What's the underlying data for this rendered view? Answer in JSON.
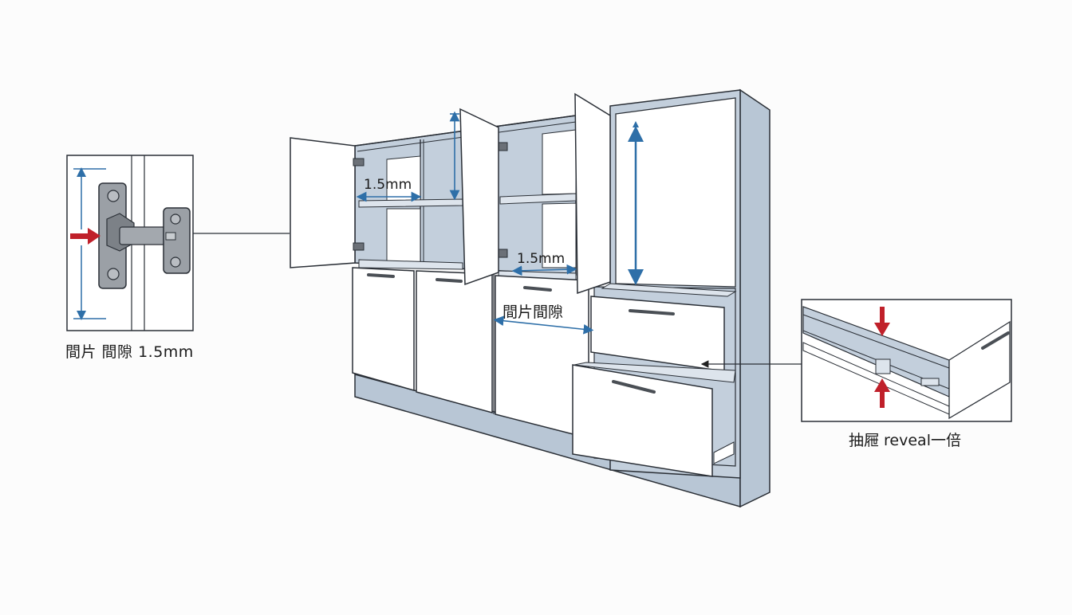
{
  "diagram": {
    "type": "cabinet-installation-illustration",
    "colors": {
      "background": "#fcfcfc",
      "panel_fill": "#ffffff",
      "interior_fill": "#c3cfdc",
      "side_fill": "#b8c6d5",
      "outline": "#2a2f36",
      "dimension_blue": "#2e6fa8",
      "arrow_red": "#c0202a",
      "hardware_gray": "#8a8e94"
    },
    "callouts": {
      "hinge": {
        "caption": "間片 間隙 1.5mm",
        "icon": "concealed-hinge-icon"
      },
      "drawer_slide": {
        "caption": "抽屜 reveal一倍",
        "icon": "drawer-slide-icon"
      }
    },
    "dimension_labels": {
      "upper_left_gap": "1.5mm",
      "upper_mid_gap": "1.5mm",
      "door_gap": "間片間隙"
    }
  }
}
